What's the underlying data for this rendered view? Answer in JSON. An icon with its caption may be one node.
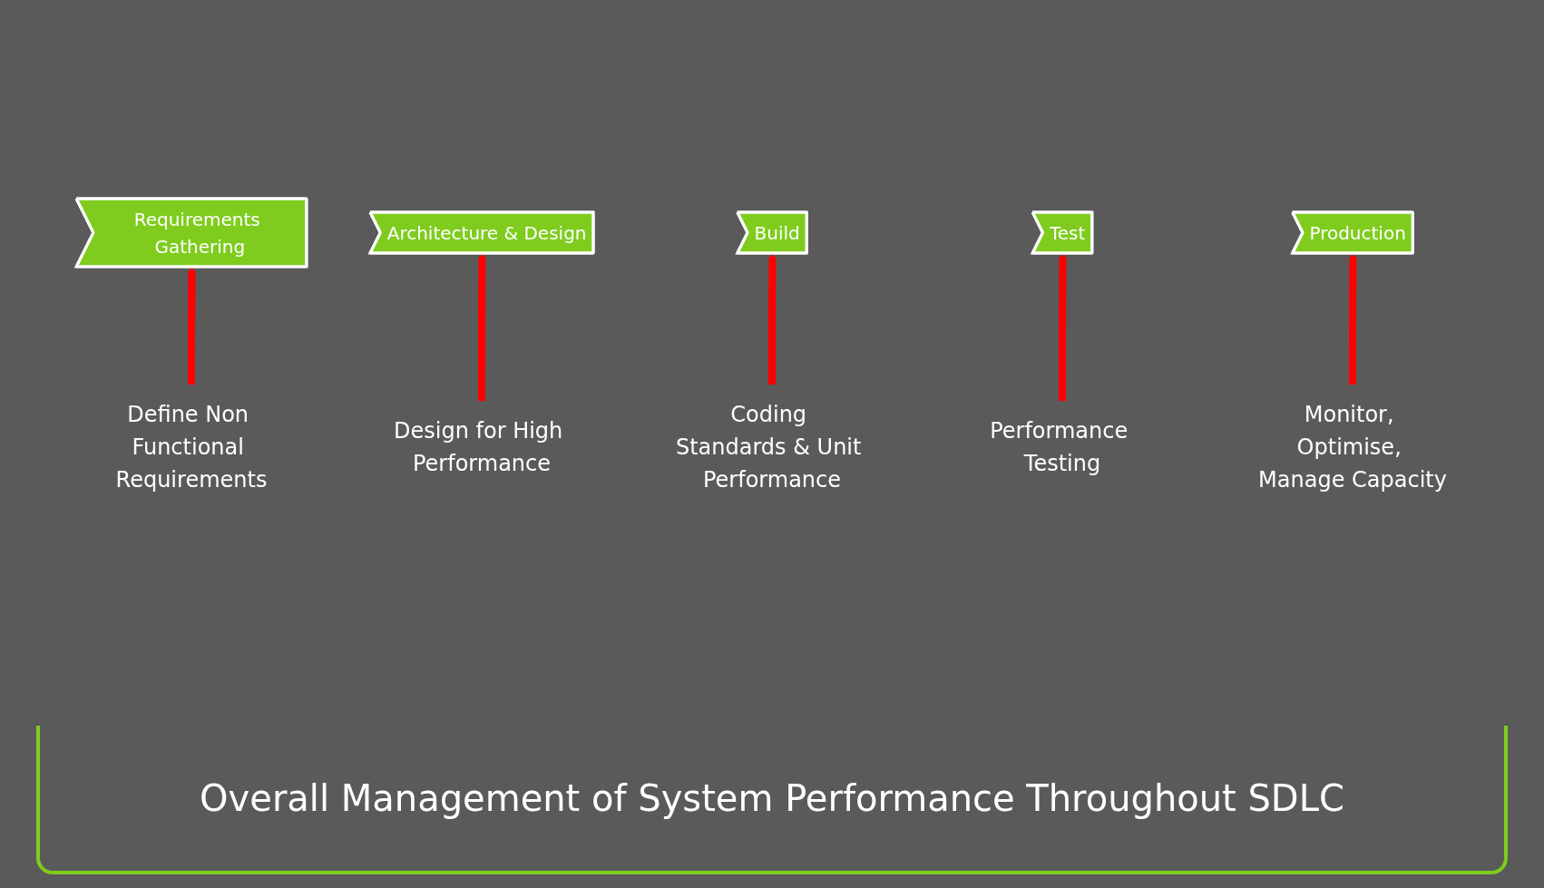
{
  "diagram": {
    "nodes": [
      {
        "text": [
          "Requirements Gathering"
        ]
      },
      {
        "text": [
          "Architecture & Design"
        ]
      },
      {
        "text": [
          "Build"
        ]
      },
      {
        "text": [
          "Test"
        ]
      },
      {
        "text": [
          "Production"
        ]
      },
      {
        "text": [
          "Define Non Functional Requirements"
        ]
      },
      {
        "text": [
          "Design for High Performance"
        ]
      },
      {
        "text": [
          "Coding Standards & Unit Performance"
        ]
      },
      {
        "text": [
          "Performance Testing"
        ]
      },
      {
        "text": [
          "Monitor, Optimise, Manage Capacity"
        ]
      }
    ],
    "edges": [
      {
        "from": 5,
        "to": 0,
        "arrow": "to"
      },
      {
        "from": 6,
        "to": 1,
        "arrow": "to"
      },
      {
        "from": 7,
        "to": 2,
        "arrow": "to"
      },
      {
        "from": 8,
        "to": 3,
        "arrow": "to"
      },
      {
        "from": 9,
        "to": 4,
        "arrow": "to"
      }
    ],
    "labels": [
      "Overall Management of System Performance Throughout SDLC"
    ]
  }
}
